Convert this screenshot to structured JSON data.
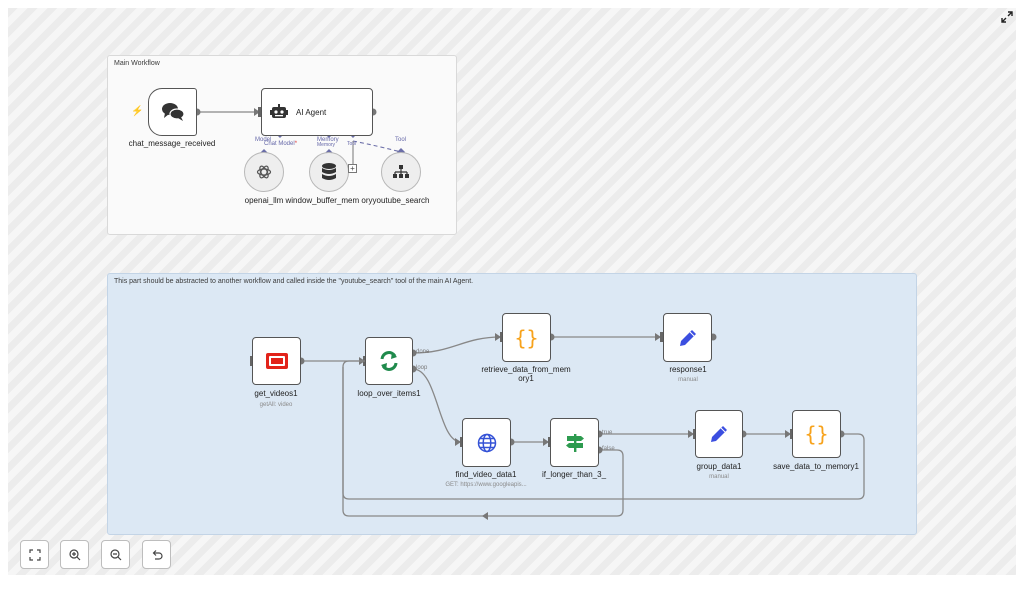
{
  "sticky_main": {
    "text": "Main Workflow"
  },
  "sticky_sub": {
    "text": "This part should be abstracted to another workflow and called inside the \"youtube_search\" tool of the main AI Agent."
  },
  "nodes": {
    "chat_trigger": {
      "title": "chat_message_received",
      "icon": "chat-bubbles-icon"
    },
    "ai_agent": {
      "title": "AI Agent",
      "icon": "robot-icon"
    },
    "openai_llm": {
      "title": "openai_llm",
      "icon": "openai-icon"
    },
    "memory": {
      "title": "window_buffer_mem ory",
      "icon": "database-icon"
    },
    "youtube_search": {
      "title": "youtube_search",
      "icon": "sitemap-icon"
    },
    "get_videos": {
      "title": "get_videos1",
      "subtitle": "getAll: video",
      "icon": "youtube-icon"
    },
    "loop": {
      "title": "loop_over_items1",
      "icon": "sync-icon"
    },
    "retrieve": {
      "title": "retrieve_data_from_mem ory1",
      "icon": "code-braces-icon"
    },
    "response": {
      "title": "response1",
      "subtitle": "manual",
      "icon": "pencil-icon"
    },
    "find_video": {
      "title": "find_video_data1",
      "subtitle": "GET: https://www.googleapis...",
      "icon": "globe-icon"
    },
    "if_longer": {
      "title": "if_longer_than_3_",
      "icon": "signpost-icon"
    },
    "group": {
      "title": "group_data1",
      "subtitle": "manual",
      "icon": "pencil-icon"
    },
    "save": {
      "title": "save_data_to_memory1",
      "icon": "code-braces-icon"
    }
  },
  "port_labels": {
    "model": "Model",
    "chat_model": "Chat Model",
    "required_mark": "*",
    "memory": "Memory",
    "memory_port": "Memory",
    "tool_port": "Tool",
    "tool": "Tool",
    "done": "done",
    "loop": "loop",
    "true": "true",
    "false": "false"
  },
  "controls": {
    "fit_view": "fit-view-icon",
    "zoom_in": "zoom-in-icon",
    "zoom_out": "zoom-out-icon",
    "reset": "undo-icon",
    "fullscreen": "expand-icon"
  },
  "colors": {
    "youtube_red": "#e2231a",
    "loop_green": "#1f8a4c",
    "code_orange": "#f7a21b",
    "pencil_blue": "#3b4ee0",
    "globe_blue": "#3452d6",
    "signpost_green": "#2d9b4f",
    "ai_port_purple": "#6b6ea8",
    "sticky_blue": "#dce8f4"
  }
}
